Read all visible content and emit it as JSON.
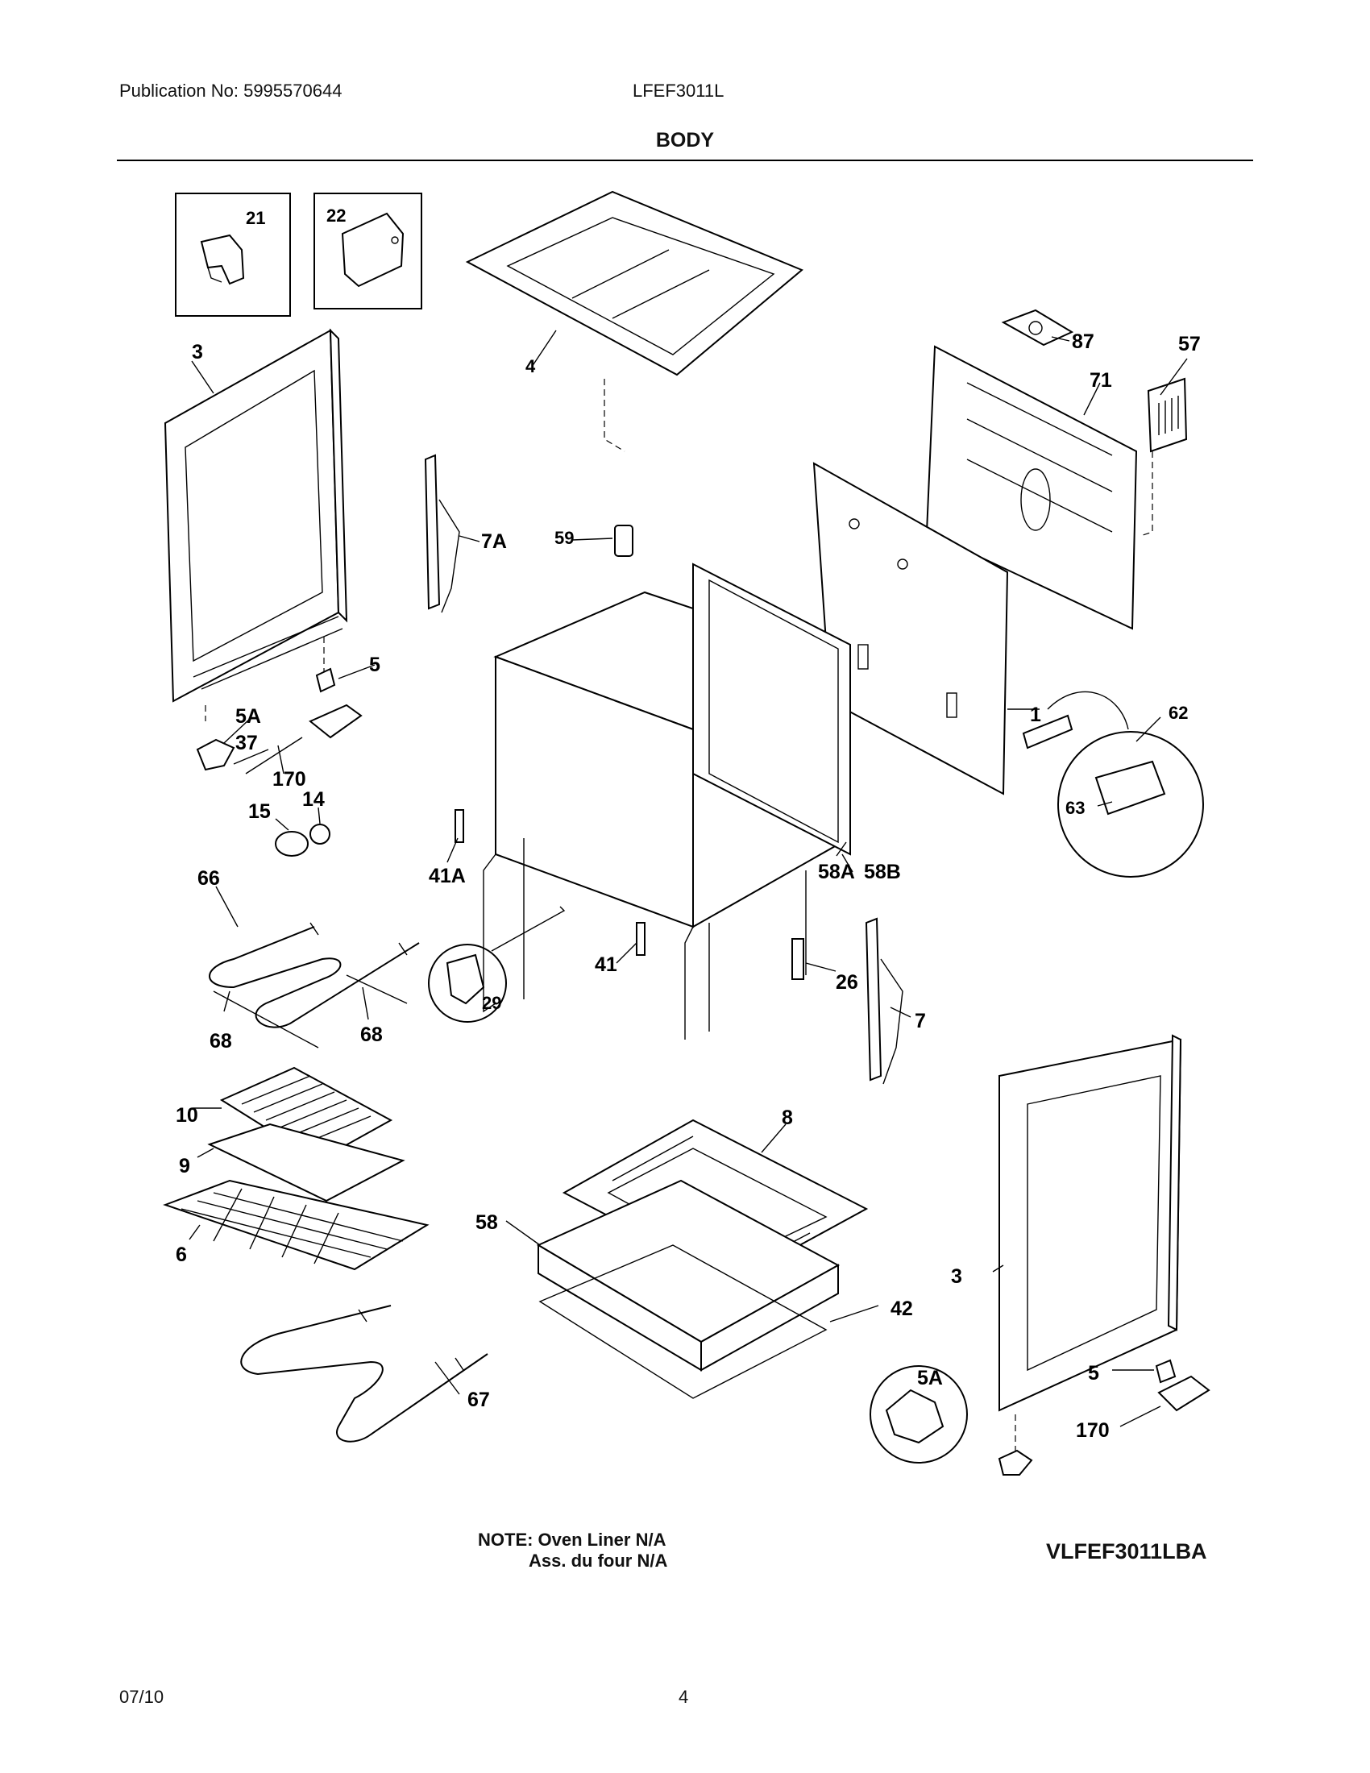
{
  "header": {
    "publication": "Publication No: 5995570644",
    "model": "LFEF3011L",
    "section_title": "BODY"
  },
  "callouts": {
    "c21": "21",
    "c22": "22",
    "c3a": "3",
    "c4": "4",
    "c87": "87",
    "c57": "57",
    "c71": "71",
    "c7a": "7A",
    "c59": "59",
    "c5a": "5",
    "c5aa": "5A",
    "c37": "37",
    "c170a": "170",
    "c14": "14",
    "c15": "15",
    "c1": "1",
    "c62": "62",
    "c63": "63",
    "c41a": "41A",
    "c58a": "58A",
    "c58b": "58B",
    "c66": "66",
    "c41": "41",
    "c26": "26",
    "c29": "29",
    "c7": "7",
    "c68a": "68",
    "c68b": "68",
    "c10": "10",
    "c8": "8",
    "c9": "9",
    "c6": "6",
    "c58": "58",
    "c3b": "3",
    "c42": "42",
    "c67": "67",
    "c5ab": "5A",
    "c5b": "5",
    "c170b": "170"
  },
  "notes": {
    "line1": "NOTE: Oven Liner N/A",
    "line2": "Ass. du four N/A"
  },
  "diagram_code": "VLFEF3011LBA",
  "footer": {
    "date": "07/10",
    "page": "4"
  }
}
